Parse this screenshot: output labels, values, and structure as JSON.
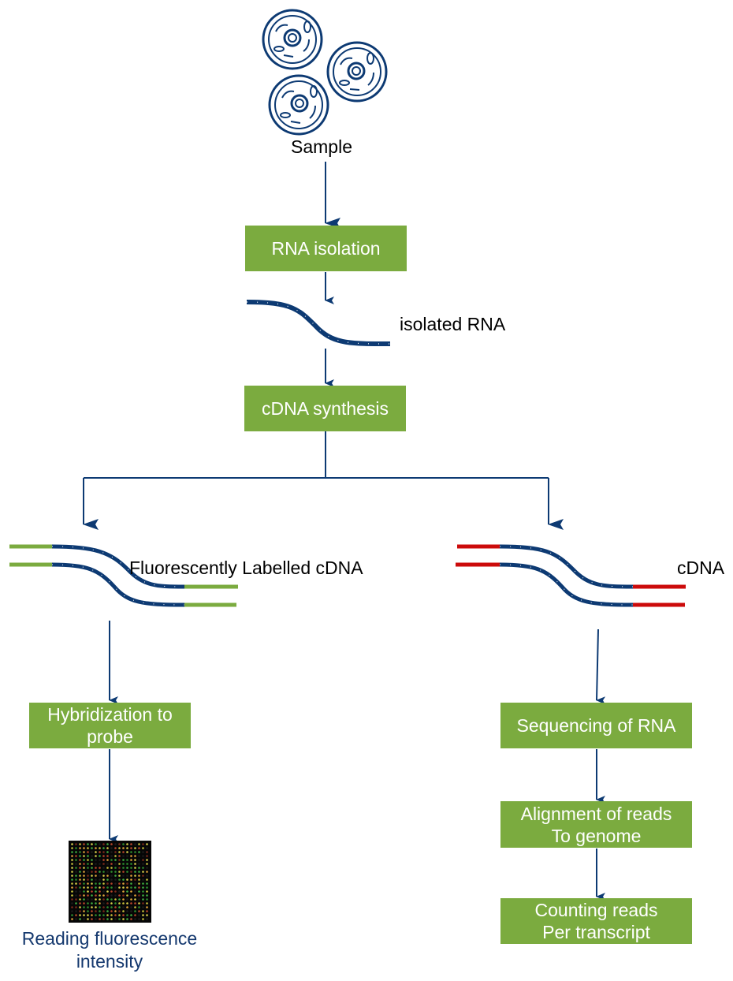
{
  "colors": {
    "box_fill": "#7bab3f",
    "strand": "#0d3a73",
    "label_green": "#7bab3f",
    "label_red": "#cc0b0b",
    "arrow": "#0d3a73",
    "caption_blue": "#14386e"
  },
  "icons": {
    "sample": "cells-icon",
    "microarray": "microarray-image"
  },
  "top": {
    "sample_label": "Sample",
    "rna_isolation": "RNA isolation",
    "isolated_rna_label": "isolated RNA",
    "cdna_synthesis": "cDNA synthesis"
  },
  "left_branch": {
    "labelled_cdna_label": "Fluorescently Labelled cDNA",
    "hybridization": "Hybridization to\nprobe",
    "reading_label": "Reading fluorescence\nintensity"
  },
  "right_branch": {
    "cdna_label": "cDNA",
    "sequencing": "Sequencing of RNA",
    "alignment": "Alignment of reads\nTo genome",
    "counting": "Counting reads\nPer transcript"
  }
}
